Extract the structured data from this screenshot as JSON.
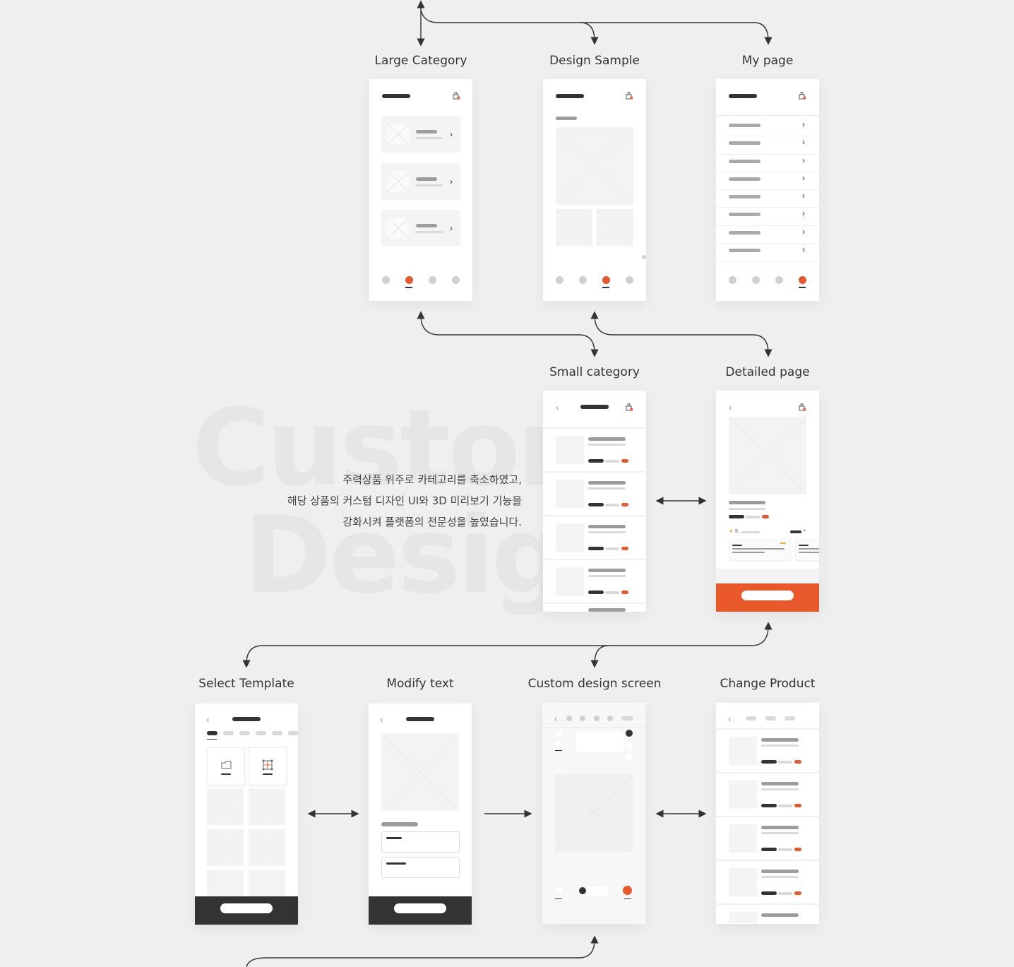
{
  "screens": {
    "large_category": "Large Category",
    "design_sample": "Design Sample",
    "my_page": "My page",
    "small_category": "Small category",
    "detailed_page": "Detailed page",
    "select_template": "Select Template",
    "modify_text": "Modify text",
    "custom_design_screen": "Custom design screen",
    "change_product": "Change Product"
  },
  "description": {
    "line1": "주력상품 위주로 카테고리를 축소하였고,",
    "line2": "해당 상품의 커스텀 디자인 UI와 3D 미리보기 기능을",
    "line3": "강화시켜 플랫폼의 전문성을 높였습니다."
  },
  "background_text": {
    "word1": "Custom",
    "word2": "Design"
  },
  "detail_rating": "5",
  "colors": {
    "accent": "#e8582a",
    "dark": "#333333",
    "background": "#efefef"
  }
}
